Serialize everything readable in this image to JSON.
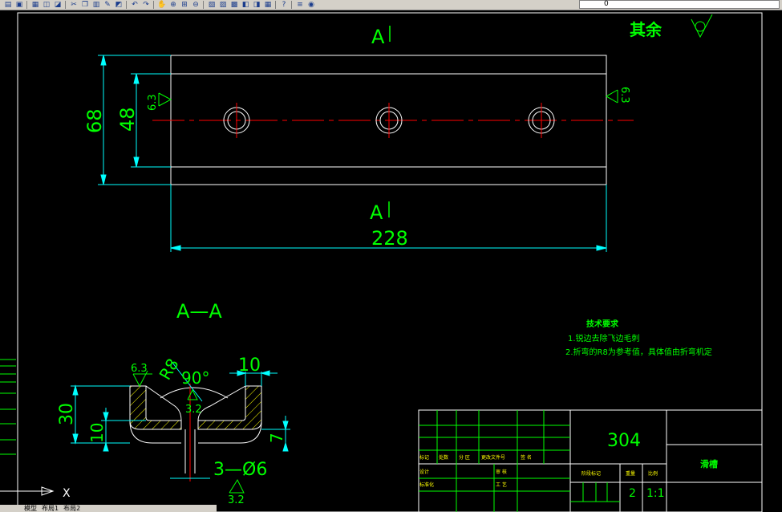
{
  "toolbar": {
    "icons": [
      "folder-open-icon",
      "save-icon",
      "print-icon",
      "preview-icon",
      "publish-icon",
      "cut-icon",
      "copy-icon",
      "paste-icon",
      "match-properties-icon",
      "block-editor-icon",
      "undo-icon",
      "redo-icon",
      "pan-icon",
      "zoom-realtime-icon",
      "zoom-window-icon",
      "zoom-previous-icon",
      "properties-icon",
      "design-center-icon",
      "tool-palettes-icon",
      "sheet-set-icon",
      "markup-icon",
      "calculator-icon",
      "help-icon",
      "layer-manager-icon",
      "layer-state-icon"
    ],
    "layer_value": "0"
  },
  "drawing": {
    "top_view": {
      "section_mark_top": "A",
      "section_mark_bottom": "A",
      "dim_length": "228",
      "dim_height_outer": "68",
      "dim_height_inner": "48",
      "roughness_left": "6.3",
      "roughness_right": "6.3"
    },
    "roughness_note": {
      "label": "其余"
    },
    "section_view": {
      "title": "A—A",
      "dim_height": "30",
      "dim_groove_depth": "10",
      "dim_width_top": "10",
      "dim_bottom": "7",
      "dim_radius": "R8",
      "dim_angle": "90°",
      "roughness_top": "6.3",
      "roughness_center": "3.2",
      "roughness_bottom": "3.2",
      "holes": "3—Ø6"
    },
    "tech_requirements": {
      "title": "技术要求",
      "lines": [
        "1.锐边去除飞边毛刺",
        "2.折弯的R8为参考值，具体值由折弯机定"
      ]
    },
    "title_block": {
      "material": "304",
      "part_name": "滑槽",
      "quantity": "2",
      "scale": "1:1",
      "labels": [
        "标记",
        "处数",
        "分 区",
        "更改文件号",
        "签 名",
        "设计",
        "标准化",
        "审 核",
        "工 艺",
        "阶段标记",
        "重量",
        "比例"
      ]
    },
    "ucs_x": "X"
  },
  "tabs": {
    "model": "模型",
    "layout1": "布局1",
    "layout2": "布局2"
  },
  "colors": {
    "cyan": "#00ffff",
    "green": "#00ff00",
    "white": "#ffffff",
    "red": "#ff0000",
    "yellow": "#ffff00",
    "background": "#000000"
  }
}
